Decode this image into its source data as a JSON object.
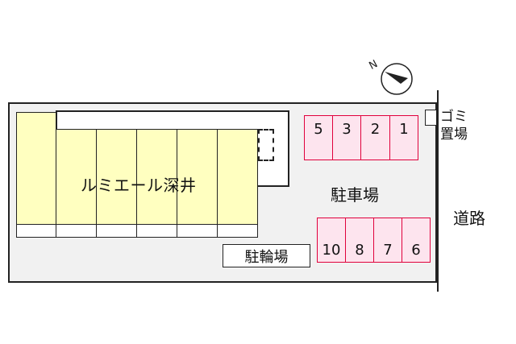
{
  "compass": {
    "north_label": "N"
  },
  "building": {
    "name": "ルミエール深井",
    "unit_count": 6
  },
  "parking": {
    "label": "駐車場",
    "top_row": [
      "5",
      "3",
      "2",
      "1"
    ],
    "bottom_row": [
      "10",
      "8",
      "7",
      "6"
    ],
    "space_color": "#e0003c",
    "space_fill": "#fde4ee"
  },
  "bicycle_parking": {
    "label": "駐輪場"
  },
  "trash": {
    "label_line1": "ゴミ",
    "label_line2": "置場"
  },
  "road": {
    "label": "道路"
  },
  "colors": {
    "building_fill": "#ffffc0",
    "lot_fill": "#f1f1f1"
  }
}
